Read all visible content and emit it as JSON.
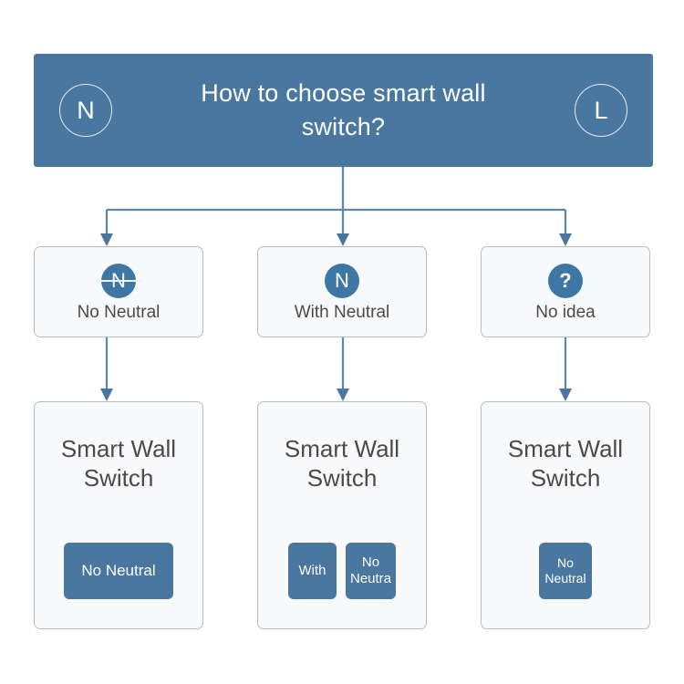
{
  "header": {
    "title": "How to choose smart wall\nswitch?",
    "left_icon_label": "N",
    "right_icon_label": "L",
    "background_color": "#4a77a0",
    "text_color": "#ffffff"
  },
  "options": [
    {
      "icon": "n-crossed-circle-icon",
      "icon_label": "N",
      "label": "No Neutral"
    },
    {
      "icon": "n-circle-icon",
      "icon_label": "N",
      "label": "With Neutral"
    },
    {
      "icon": "question-circle-icon",
      "icon_label": "?",
      "label": "No idea"
    }
  ],
  "products": [
    {
      "title": "Smart Wall\nSwitch",
      "buttons": [
        {
          "label": "No Neutral"
        }
      ]
    },
    {
      "title": "Smart Wall\nSwitch",
      "buttons": [
        {
          "label": "With"
        },
        {
          "label": "No\nNeutra"
        }
      ]
    },
    {
      "title": "Smart Wall\nSwitch",
      "buttons": [
        {
          "label": "No\nNeutral"
        }
      ]
    }
  ],
  "theme": {
    "accent": "#4a77a0",
    "badge": "#3f77a4",
    "card_bg": "#f8f9fa",
    "card_border": "#b6bcc2",
    "text": "#4a4a4a",
    "connector": "#5b87ab"
  }
}
